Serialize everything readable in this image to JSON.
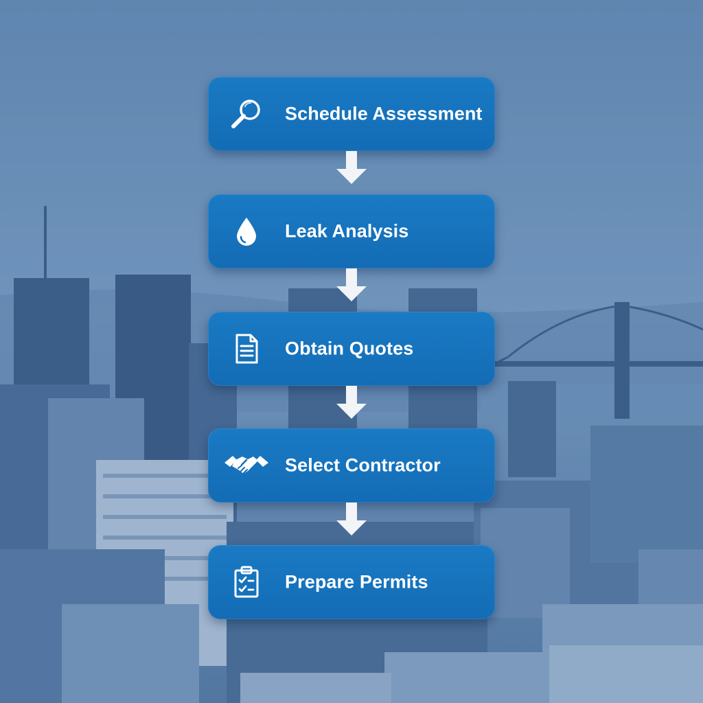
{
  "steps": [
    {
      "label": "Schedule Assessment",
      "icon": "magnifier-icon"
    },
    {
      "label": "Leak Analysis",
      "icon": "water-drop-icon"
    },
    {
      "label": "Obtain Quotes",
      "icon": "document-icon"
    },
    {
      "label": "Select Contractor",
      "icon": "handshake-icon"
    },
    {
      "label": "Prepare Permits",
      "icon": "clipboard-checklist-icon"
    }
  ],
  "colors": {
    "box": "#136cb5",
    "arrow": "#f2f4f7",
    "background": "#5d7fa6"
  }
}
